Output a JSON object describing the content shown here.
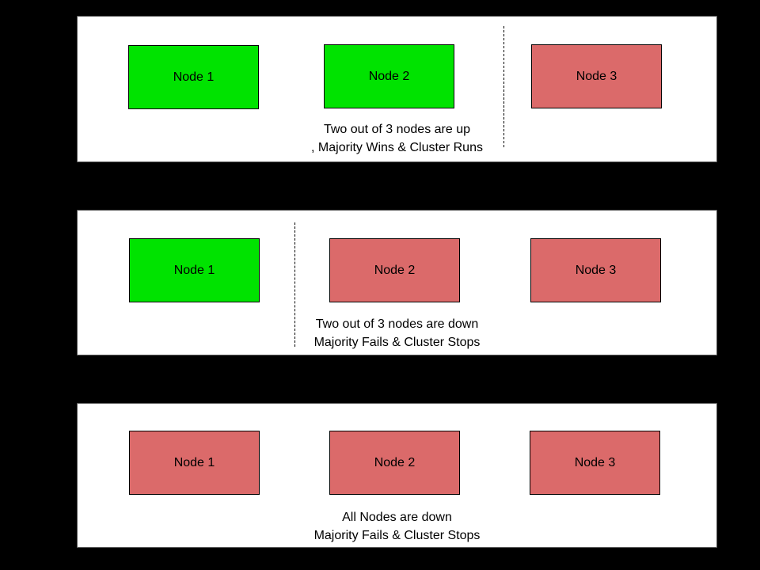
{
  "colors": {
    "background": "#000000",
    "panel_background": "#ffffff",
    "panel_border": "#595959",
    "node_up": "#00e300",
    "node_down": "#db6a6a",
    "node_border": "#000000",
    "text": "#000000"
  },
  "panels": [
    {
      "name": "two-nodes-up",
      "nodes": [
        {
          "label": "Node 1",
          "status": "up"
        },
        {
          "label": "Node 2",
          "status": "up"
        },
        {
          "label": "Node 3",
          "status": "down"
        }
      ],
      "caption_line1": "Two out of 3 nodes are up",
      "caption_line2": ", Majority Wins & Cluster Runs",
      "divider": "between Node 2 and Node 3"
    },
    {
      "name": "two-nodes-down",
      "nodes": [
        {
          "label": "Node 1",
          "status": "up"
        },
        {
          "label": "Node 2",
          "status": "down"
        },
        {
          "label": "Node 3",
          "status": "down"
        }
      ],
      "caption_line1": "Two out of 3 nodes are down",
      "caption_line2": "Majority Fails & Cluster Stops",
      "divider": "between Node 1 and Node 2"
    },
    {
      "name": "all-nodes-down",
      "nodes": [
        {
          "label": "Node 1",
          "status": "down"
        },
        {
          "label": "Node 2",
          "status": "down"
        },
        {
          "label": "Node 3",
          "status": "down"
        }
      ],
      "caption_line1": "All Nodes are down",
      "caption_line2": "Majority Fails & Cluster Stops",
      "divider": null
    }
  ]
}
